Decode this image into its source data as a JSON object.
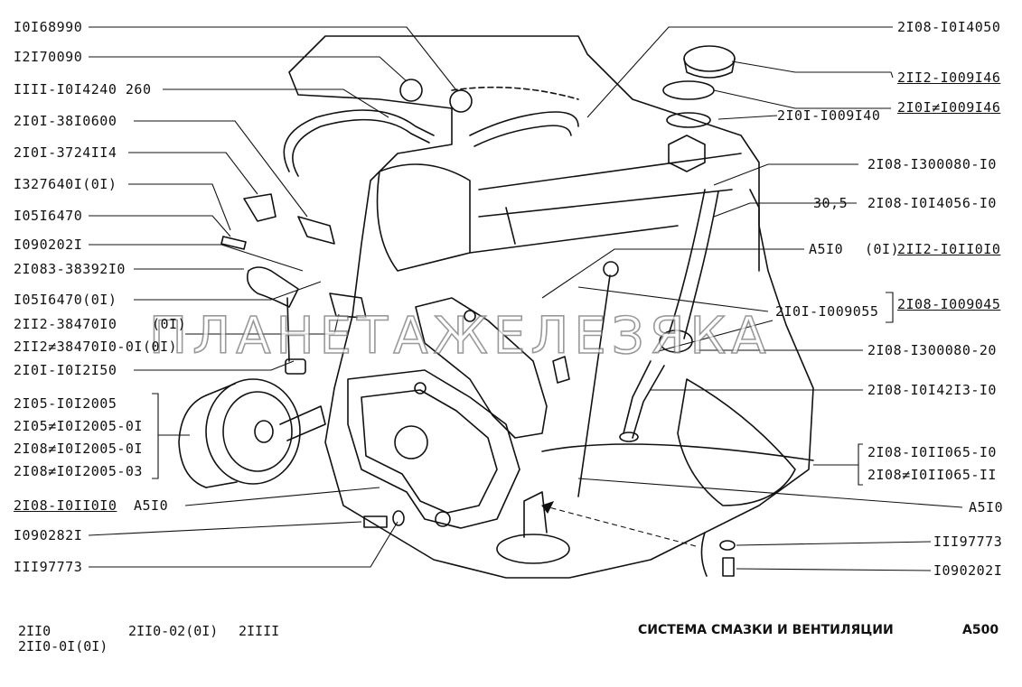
{
  "watermark": "ПЛАНЕТАЖЕЛЕЗЯКА",
  "labels_left": [
    "I0I68990",
    "I2I70090",
    "IIII-I0I4240 260",
    "2I0I-38I0600",
    "2I0I-3724II4",
    "I327640I(0I)",
    "I05I6470",
    "I090202I",
    "2I083-38392I0",
    "I05I6470(0I)",
    "2II2-38470I0",
    "(0I)",
    "2II2≠38470I0-0I(0I)",
    "2I0I-I0I2I50",
    "2I05-I0I2005",
    "2I05≠I0I2005-0I",
    "2I08≠I0I2005-0I",
    "2I08≠I0I2005-03",
    "2I08-I0II0I0",
    "A5I0",
    "I090282I",
    "III97773"
  ],
  "labels_right": [
    "2I08-I0I4050",
    "2II2-I009I46",
    "2I0I≠I009I46",
    "2I0I-I009I40",
    "2I08-I300080-I0",
    "30,5",
    "2I08-I0I4056-I0",
    "A5I0",
    "(0I)",
    "2II2-I0II0I0",
    "2I0I-I009055",
    "2I08-I009045",
    "2I08-I300080-20",
    "2I08-I0I42I3-I0",
    "2I08-I0II065-I0",
    "2I08≠I0II065-II",
    "A5I0",
    "III97773",
    "I090202I"
  ],
  "footer": {
    "model_1": "2II0",
    "model_1b": "2II0-0I(0I)",
    "model_2": "2II0-02(0I)",
    "model_3": "2IIII",
    "title": "СИСТЕМА СМАЗКИ И ВЕНТИЛЯЦИИ",
    "code": "A500"
  }
}
